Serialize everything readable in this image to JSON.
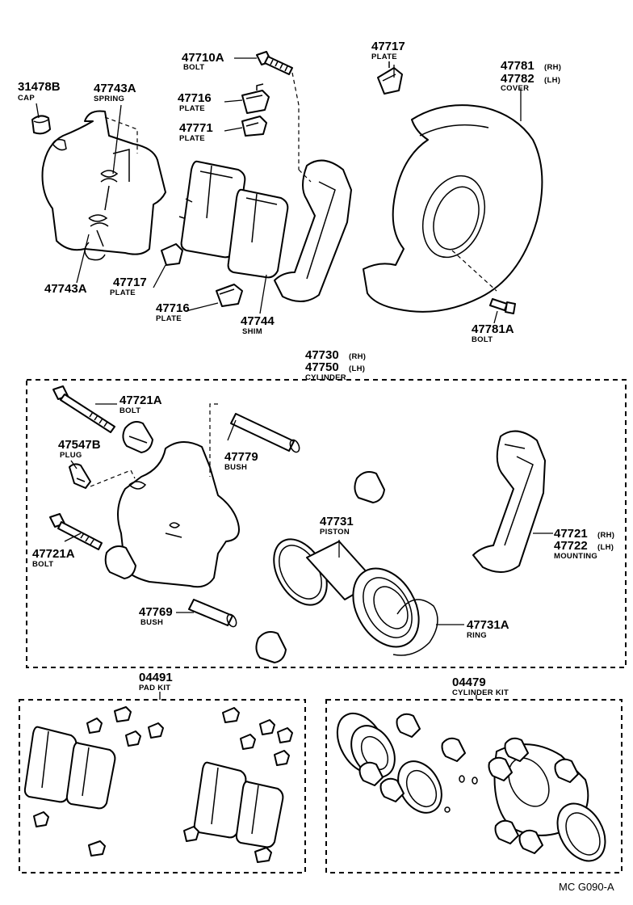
{
  "callouts": [
    {
      "id": "47710A",
      "number": "47710A",
      "name": "BOLT"
    },
    {
      "id": "47717-top",
      "number": "47717",
      "name": "PLATE"
    },
    {
      "id": "47781",
      "number": "47781",
      "suffix": "(RH)",
      "number2": "47782",
      "suffix2": "(LH)",
      "name": "COVER"
    },
    {
      "id": "31478B",
      "number": "31478B",
      "name": "CAP"
    },
    {
      "id": "47743A-top",
      "number": "47743A",
      "name": "SPRING"
    },
    {
      "id": "47716-top",
      "number": "47716",
      "name": "PLATE"
    },
    {
      "id": "47771",
      "number": "47771",
      "name": "PLATE"
    },
    {
      "id": "47743A-bottom",
      "number": "47743A",
      "name": ""
    },
    {
      "id": "47717-mid",
      "number": "47717",
      "name": "PLATE"
    },
    {
      "id": "47716-mid",
      "number": "47716",
      "name": "PLATE"
    },
    {
      "id": "47744",
      "number": "47744",
      "name": "SHIM"
    },
    {
      "id": "47781A",
      "number": "47781A",
      "name": "BOLT"
    },
    {
      "id": "47730",
      "number": "47730",
      "suffix": "(RH)",
      "number2": "47750",
      "suffix2": "(LH)",
      "name": "CYLINDER"
    },
    {
      "id": "47721A-top",
      "number": "47721A",
      "name": "BOLT"
    },
    {
      "id": "47547B",
      "number": "47547B",
      "name": "PLUG"
    },
    {
      "id": "47779",
      "number": "47779",
      "name": "BUSH"
    },
    {
      "id": "47721A-bottom",
      "number": "47721A",
      "name": "BOLT"
    },
    {
      "id": "47731",
      "number": "47731",
      "name": "PISTON"
    },
    {
      "id": "47721",
      "number": "47721",
      "suffix": "(RH)",
      "number2": "47722",
      "suffix2": "(LH)",
      "name": "MOUNTING"
    },
    {
      "id": "47769",
      "number": "47769",
      "name": "BUSH"
    },
    {
      "id": "47731A",
      "number": "47731A",
      "name": "RING"
    },
    {
      "id": "04491",
      "number": "04491",
      "name": "PAD KIT"
    },
    {
      "id": "04479",
      "number": "04479",
      "name": "CYLINDER KIT"
    }
  ],
  "footer": {
    "code": "MC  G090-A"
  }
}
